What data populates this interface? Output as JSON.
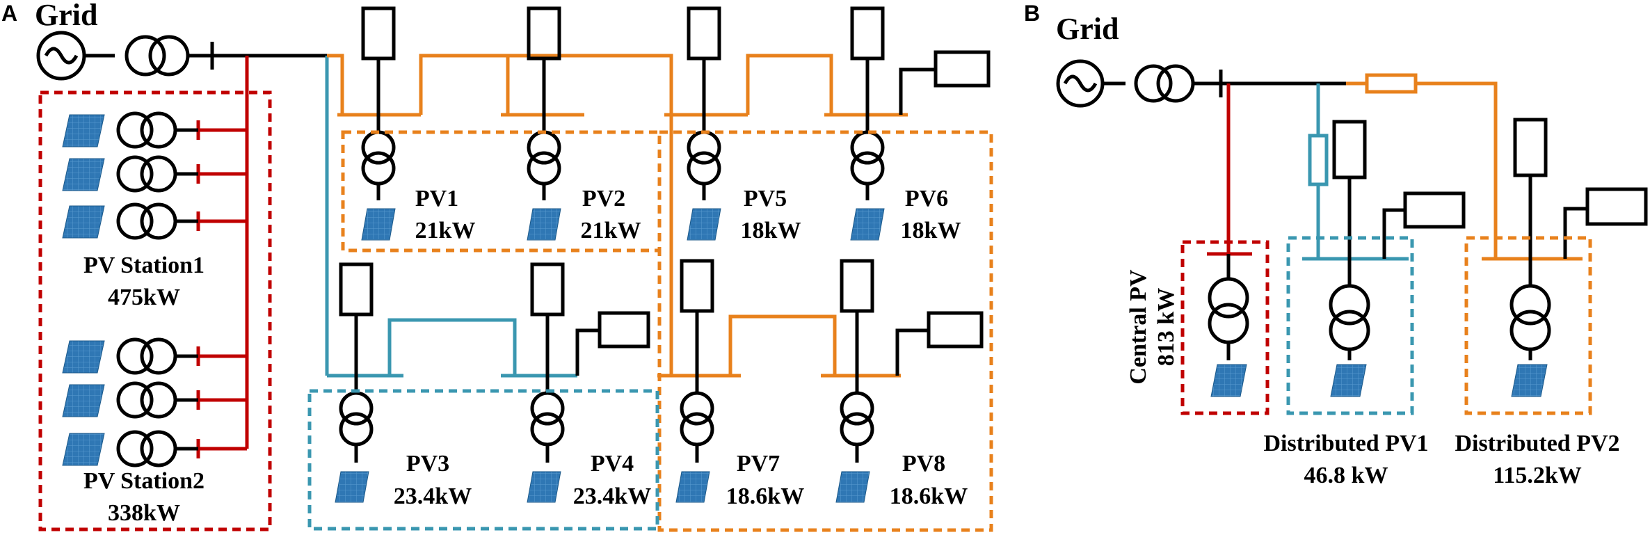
{
  "panels": {
    "a": {
      "letter": "A",
      "grid_label": "Grid",
      "central_stations": [
        {
          "name": "PV Station1",
          "power": "475kW"
        },
        {
          "name": "PV Station2",
          "power": "338kW"
        }
      ],
      "pv_units": [
        {
          "name": "PV1",
          "power": "21kW"
        },
        {
          "name": "PV2",
          "power": "21kW"
        },
        {
          "name": "PV5",
          "power": "18kW"
        },
        {
          "name": "PV6",
          "power": "18kW"
        },
        {
          "name": "PV3",
          "power": "23.4kW"
        },
        {
          "name": "PV4",
          "power": "23.4kW"
        },
        {
          "name": "PV7",
          "power": "18.6kW"
        },
        {
          "name": "PV8",
          "power": "18.6kW"
        }
      ]
    },
    "b": {
      "letter": "B",
      "grid_label": "Grid",
      "central": {
        "name": "Central PV",
        "power": "813 kW"
      },
      "distributed": [
        {
          "name": "Distributed PV1",
          "power": "46.8 kW"
        },
        {
          "name": "Distributed PV2",
          "power": "115.2kW"
        }
      ]
    }
  },
  "colors": {
    "line": "#000000",
    "central_feeder": "#c00000",
    "feeder_orange": "#e8811c",
    "feeder_teal": "#3a97b0",
    "panel_fill": "#2f77b4"
  }
}
